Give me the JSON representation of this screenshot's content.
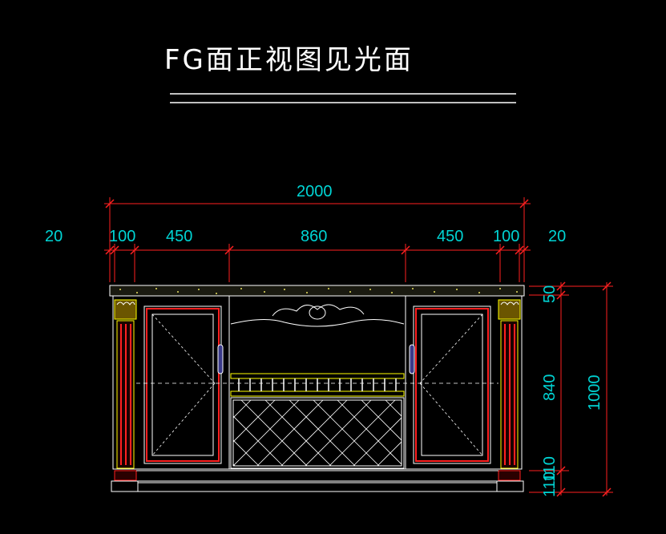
{
  "drawing": {
    "title": "FG面正视图见光面"
  },
  "dimensions": {
    "overall_width": "2000",
    "left_gap": "20",
    "right_gap": "20",
    "pilaster_left": "100",
    "door_left": "450",
    "center": "860",
    "door_right": "450",
    "pilaster_right": "100",
    "top_thickness": "50",
    "body_height": "840",
    "plinth_a": "110",
    "plinth_b": "110",
    "total_height": "1000"
  },
  "colors": {
    "background": "#000000",
    "dimension": "#00d4d4",
    "dim_line": "#ff2020",
    "outline": "#ffffff",
    "accent": "#ffff00",
    "frame": "#e00000"
  }
}
